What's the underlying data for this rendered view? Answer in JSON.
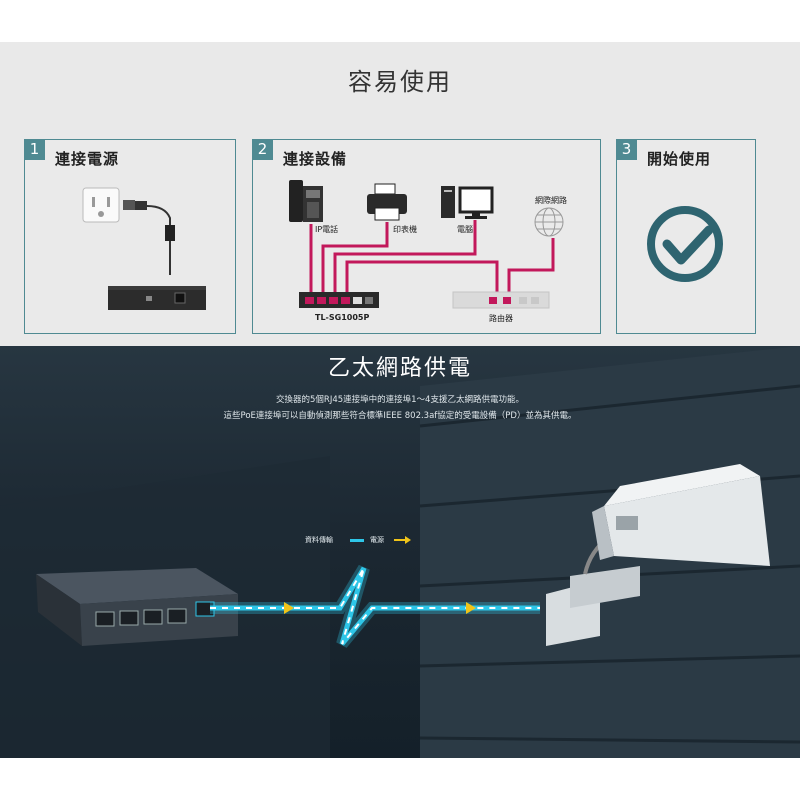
{
  "header": {
    "title": "容易使用"
  },
  "steps": [
    {
      "number": "1",
      "label": "連接電源"
    },
    {
      "number": "2",
      "label": "連接設備"
    },
    {
      "number": "3",
      "label": "開始使用"
    }
  ],
  "devices": {
    "ip_phone": "IP電話",
    "printer": "印表機",
    "computer": "電腦",
    "internet": "網際網路",
    "switch_model": "TL-SG1005P",
    "router": "路由器"
  },
  "poe": {
    "title": "乙太網路供電",
    "desc_line1": "交換器的5個RJ45連接埠中的連接埠1～4支援乙太網路供電功能。",
    "desc_line2": "這些PoE連接埠可以自動偵測那些符合標準IEEE 802.3af協定的受電設備（PD）並為其供電。",
    "legend_data": "資料傳輸",
    "legend_power": "電源"
  },
  "colors": {
    "accent": "#4f8a92",
    "cable": "#c2185b",
    "check": "#2e6470",
    "data_line": "#2ec6e8",
    "power_arrow": "#f0c419"
  }
}
